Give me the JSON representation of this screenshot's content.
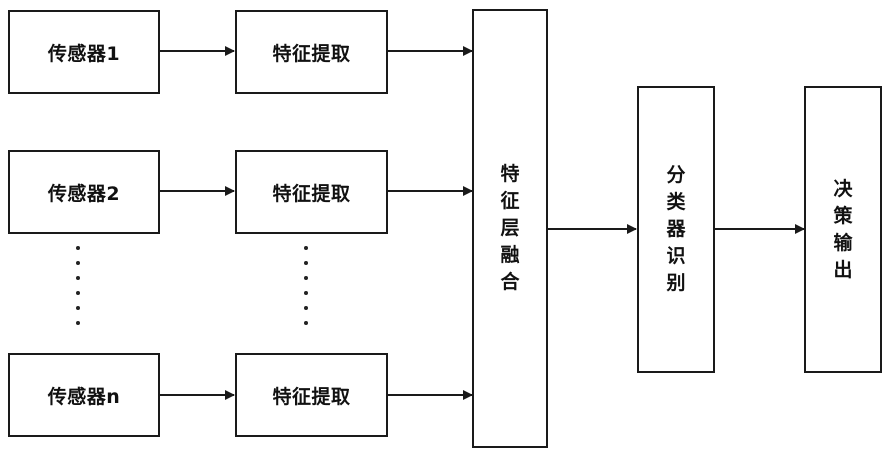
{
  "sensors": [
    "传感器1",
    "传感器2",
    "传感器n"
  ],
  "extract_label": "特征提取",
  "fusion_label": "特征层融合",
  "classifier_label": "分类器识别",
  "output_label": "决策输出",
  "colors": {
    "stroke": "#1a1a1a",
    "text": "#111111"
  }
}
